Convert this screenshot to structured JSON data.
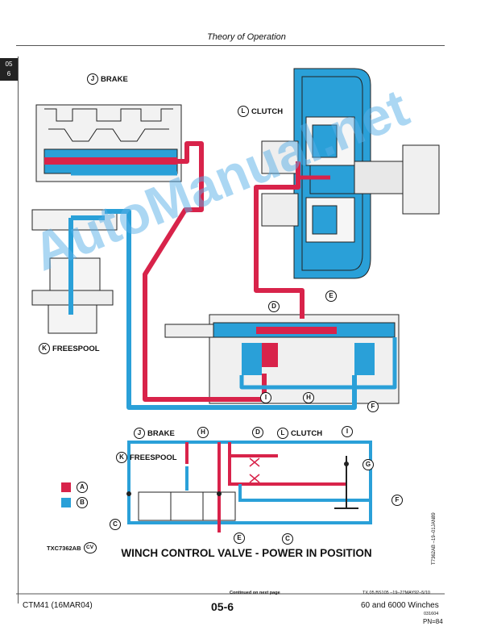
{
  "header": {
    "title": "Theory of Operation"
  },
  "tab": {
    "line1": "05",
    "line2": "6"
  },
  "labels": {
    "brake": "BRAKE",
    "brake_letter": "J",
    "clutch": "CLUTCH",
    "clutch_letter": "L",
    "freespool": "FREESPOOL",
    "freespool_letter": "K",
    "callouts": {
      "D": "D",
      "E": "E",
      "I": "I",
      "H": "H",
      "F": "F",
      "G": "G",
      "C": "C"
    }
  },
  "schematic": {
    "brake": "BRAKE",
    "clutch": "CLUTCH",
    "freespool": "FREESPOOL",
    "legend_a": "A",
    "legend_b": "B"
  },
  "figure": {
    "ref_code": "TXC7362AB",
    "ref_badge": "CV",
    "vertical_code": "T7362AB  –19–01JAN89",
    "title": "WINCH CONTROL VALVE - POWER IN POSITION",
    "continued": "Continued on next page",
    "doc_ref": "TX,05,BS105   –19–27MAY92–5/10",
    "doc_code": "031604"
  },
  "footer": {
    "left": "CTM41 (16MAR04)",
    "center": "05-6",
    "right": "60 and 6000 Winches",
    "page": "PN=84"
  },
  "watermark": {
    "text": "AutoManual.net"
  },
  "colors": {
    "pressure": "#d8234a",
    "return": "#2aa0d8",
    "line": "#222222"
  }
}
